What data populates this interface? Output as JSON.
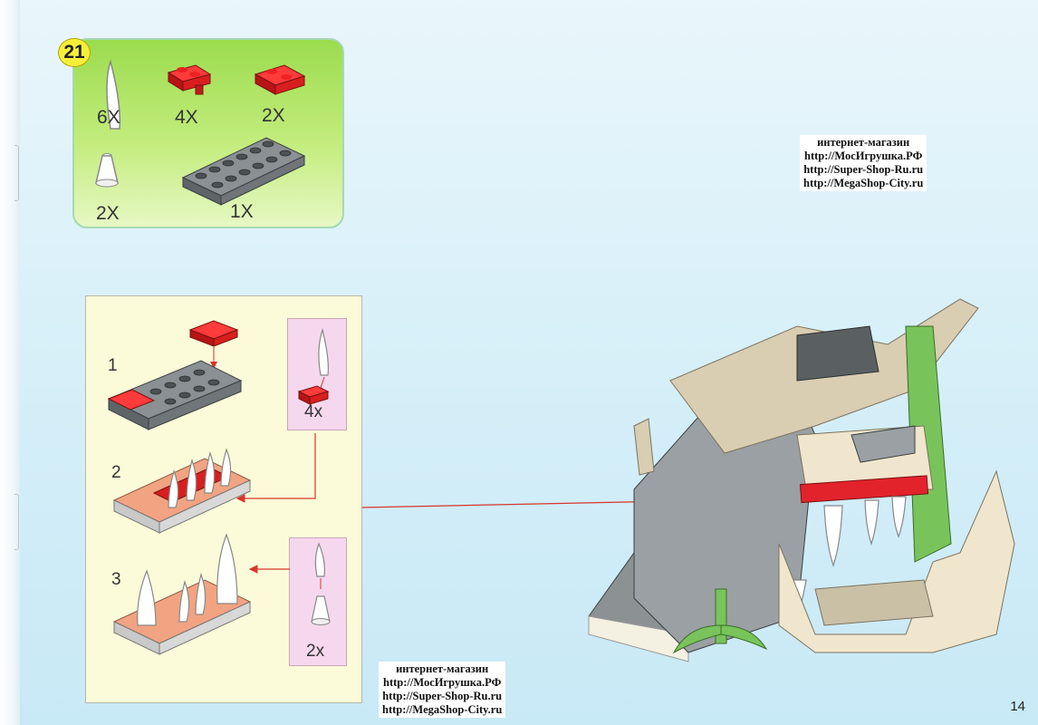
{
  "step_number": "21",
  "parts": [
    {
      "name": "white-tooth-piece",
      "qty": "6X"
    },
    {
      "name": "red-clip-plate",
      "qty": "4X"
    },
    {
      "name": "red-plate-1x2",
      "qty": "2X"
    },
    {
      "name": "white-cone-piece",
      "qty": "2X"
    },
    {
      "name": "grey-plate-2x6",
      "qty": "1X"
    }
  ],
  "substeps": [
    {
      "label": "1",
      "callout_qty": "4x"
    },
    {
      "label": "2"
    },
    {
      "label": "3",
      "callout_qty": "2x"
    }
  ],
  "watermark_top": {
    "line1": "интернет-магазин",
    "line2": "http://МосИгрушка.РФ",
    "line3": "http://Super-Shop-Ru.ru",
    "line4": "http://MegaShop-City.ru"
  },
  "watermark_bottom": {
    "line1": "интернет-магазин",
    "line2": "http://МосИгрушка.РФ",
    "line3": "http://Super-Shop-Ru.ru",
    "line4": "http://MegaShop-City.ru"
  },
  "page_number": "14",
  "colors": {
    "brick_red": "#e3232c",
    "brick_grey": "#7f8588",
    "brick_tan": "#d9cdb2",
    "brick_green": "#79c35b",
    "arrow_red": "#d9352c"
  }
}
